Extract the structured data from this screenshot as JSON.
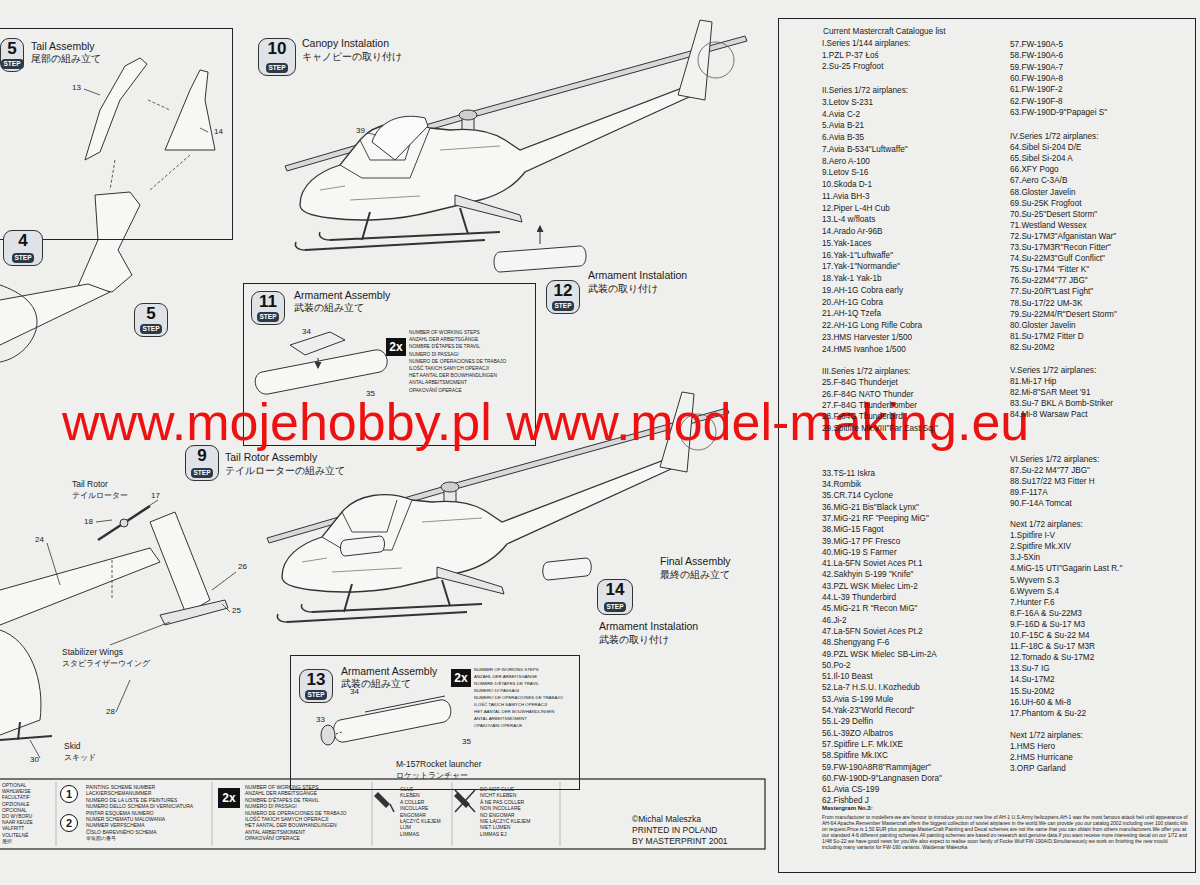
{
  "diagram": {
    "nodes": [
      {
        "text": [
          "Tail Assembly",
          "尾部の組み立て"
        ]
      },
      {
        "text": [
          "5",
          "STEP"
        ]
      },
      {
        "text": [
          "4",
          "STEP"
        ]
      },
      {
        "text": [
          "5",
          "STEP"
        ]
      },
      {
        "text": [
          "10",
          "STEP"
        ]
      },
      {
        "text": [
          "Armament Assembly",
          "武装の組み立て"
        ]
      },
      {
        "text": [
          "11",
          "STEP"
        ],
        "in": 5
      },
      {
        "text": [
          "2x"
        ],
        "in": 5
      },
      {
        "text": [
          "12",
          "STEP"
        ]
      },
      {
        "text": [
          "9",
          "STEP"
        ]
      },
      {
        "text": [
          "14",
          "STEP"
        ]
      },
      {
        "text": [
          "Armament Assembly",
          "武装の組み立て"
        ]
      },
      {
        "text": [
          "13",
          "STEP"
        ],
        "in": 11
      },
      {
        "text": [
          "2x"
        ],
        "in": 11
      },
      {
        "text": [
          "1"
        ]
      },
      {
        "text": [
          "2"
        ]
      },
      {
        "text": [
          "2x"
        ]
      },
      {
        "text": [
          "Current Mastercraft Catalogue list"
        ]
      }
    ],
    "labels": [
      "13",
      "14",
      "39",
      "34",
      "35",
      "NUMBER OF WORKING STEPS",
      "ANZAHL DER ARBEITSGÄNGE",
      "NOMBRE D'ÉTAPES DE TRAVIL",
      "NUMERO DI PASSAGI",
      "NUMERO DE OPERACIONES DE TRABAJO",
      "ILOŚĆ TAKICH SAMYCH OPERACJI",
      "HET AANTAL DER BOUWHANDLINGEN",
      "ANTAL ARBEITSMOMENT",
      "OPAKOVÁNÍ OPERACE",
      "Armament Instalation",
      "武装の取り付け",
      "Canopy Instalation",
      "キャノピーの取り付け",
      "Tail Rotor Assembly",
      "テイルローターの組み立て",
      "Tail Rotor",
      "テイルローター",
      "17",
      "18",
      "24",
      "26",
      "25",
      "Stabilizer Wings",
      "スタビライザーウイング",
      "28",
      "Skid",
      "スキッド",
      "30",
      "Final Assembly",
      "最終の組み立て",
      "Armament Instalation",
      "武装の取り付け",
      "34",
      "35",
      "33",
      "M-157Rocket launcher",
      "ロケットランチャー",
      "NUMBER OF WORKING STEPS",
      "ANZAHL DER ARBEITSGÄNGE",
      "NOMBRE D'ÉTAPES DE TRAVIL",
      "NUMERO DI PASSAGI",
      "NUMERO DE OPERACIONES DE TRABAJO",
      "ILOŚĆ TAKICH SAMYCH OPERACJI",
      "HET AANTAL DER BOUWHANDLINGEN",
      "ANTAL ARBEITSMOMENT",
      "OPAKOVÁNÍ OPERACE",
      "www.mojehobby.pl www.model-making.eu",
      "OPTIONAL",
      "WAHLWEISE",
      "FACULTATIF",
      "OPZIONALE",
      "OPCIONAL",
      "DO WYBORU",
      "NAAR KEUZE",
      "VALFRITT",
      "VOLITELNÉ",
      "選択",
      "PAINTING SCHEME NUMBER",
      "LACKIERSCHEMANUMMER",
      "NUMERO DE LA LISTE DE PEINTURES",
      "NUMERO DELLO SCHEMA DI VERNICIATURA",
      "PINTAR ESQUEMA NUMERO",
      "NUMER SCHEMATU MALOWANIA",
      "NUMMER VERFSCHEMA",
      "ČÍSLO BAREVNÉHO SCHEMA",
      "塗装図の番号",
      "NUMBER OF WORKING STEPS",
      "ANZAHL DER ARBEITSGÄNGE",
      "NOMBRE D'ÉTAPES DE TRAVIL",
      "NUMERO DI PASSAGI",
      "NUMERO DE OPERACIONES DE TRABAJO",
      "ILOŚĆ TAKICH SAMYCH OPERACJI",
      "HET AANTAL DER BOUWHANDLINGEN",
      "ANTAL ARBEITSMOMENT",
      "OPAKOVÁNÍ OPERACE",
      "GLUE",
      "KLEBEN",
      "A COLLER",
      "INCOLLARE",
      "ENGOMAR",
      "ŁĄCZYĆ KLEJEM",
      "LIJM",
      "LIMMAS",
      "DO NOT GLUE",
      "NICHT KLEBEN",
      "À NE PAS COLLER",
      "NON INCOLLARE",
      "NO ENGOMAR",
      "NIE ŁĄCZYĆ KLEJEM",
      "NIET LIJMEN",
      "LIMMAS EJ",
      "©Michal Maleszka",
      "PRINTED IN POLAND",
      "BY MASTERPRINT 2001",
      "I.Series 1/144 airplanes:",
      "1.PZL P-37 Łoś",
      "2.Su-25 Frogfoot",
      "II.Series 1/72 airplanes:",
      "3.Letov S-231",
      "4.Avia C-2",
      "5.Avia B-21",
      "6.Avia B-35",
      "7.Avia B-534\"Luftwaffe\"",
      "8.Aero A-100",
      "9.Letov S-16",
      "10.Skoda D-1",
      "11.Avia BH-3",
      "12.Piper L-4H Cub",
      "13.L-4 w/floats",
      "14.Arado Ar-96B",
      "15.Yak-1aces",
      "16.Yak-1\"Luftwaffe\"",
      "17.Yak-1\"Normandie\"",
      "18.Yak-1 Yak-1b",
      "19.AH-1G Cobra early",
      "20.AH-1G Cobra",
      "21.AH-1Q Tzefa",
      "22.AH-1G Long Rifle Cobra",
      "23.HMS Harvester 1/500",
      "24.HMS Ivanhoe 1/500",
      "III.Series 1/72 airplanes:",
      "25.F-84G Thunderjet",
      "26.F-84G NATO Thunder",
      "27.F-84G Thunderbomber",
      "28.F-84G Thunderbird",
      "29.Spitfire Mk.VIII\"Far East Sq.\"",
      "33.TS-11 Iskra",
      "34.Rombik",
      "35.CR.714 Cyclone",
      "36.MiG-21 Bis\"Black Lynx\"",
      "37.MiG-21 RF \"Peeping MiG\"",
      "38.MiG-15 Fagot",
      "39.MiG-17 PF Fresco",
      "40.MiG-19 S Farmer",
      "41.La-5FN Soviet Aces Pt.1",
      "42.Sakhyin S-199 \"Knife\"",
      "43.PZL WSK Mielec Lim-2",
      "44.L-39 Thunderbird",
      "45.MiG-21 R \"Recon MiG\"",
      "46.Ji-2",
      "47.La-5FN Soviet Aces Pt.2",
      "48.Shengyang F-6",
      "49.PZL WSK Mielec SB-Lim-2A",
      "50.Po-2",
      "51.Il-10 Beast",
      "52.La-7 H.S.U. I.Kozhedub",
      "53.Avia S-199 Mule",
      "54.Yak-23\"World Record\"",
      "55.L-29 Delfin",
      "56.L-39ZO Albatros",
      "57.Spitfire L.F. Mk.IXE",
      "58.Spitfire Mk.IXC",
      "59.FW-190A8R8\"Rammjäger\"",
      "60.FW-190D-9\"Langnasen Dora\"",
      "61.Avia CS-199",
      "62.Fishbed J",
      "57.FW-190A-5",
      "58.FW-190A-6",
      "59.FW-190A-7",
      "60.FW-190A-8",
      "61.FW-190F-2",
      "62.FW-190F-8",
      "63.FW-190D-9\"Papagei S\"",
      "IV.Series 1/72 airplanes:",
      "64.Sibel Si-204 D/E",
      "65.Sibel Si-204 A",
      "66.XFY Pogo",
      "67.Aero C-3A/B",
      "68.Gloster Javelin",
      "69.Su-25K Frogfoot",
      "70.Su-25\"Desert Storm\"",
      "71.Westland Wessex",
      "72.Su-17M3\"Afganistan War\"",
      "73.Su-17M3R\"Recon Fitter\"",
      "74.Su-22M3\"Gulf Conflict\"",
      "75.Su-17M4 \"Fitter K\"",
      "76.Su-22M4\"77 JBG\"",
      "77.Su-20/R\"Last Fight\"",
      "78.Su-17/22 UM-3K",
      "79.Su-22M4/R\"Desert Storm\"",
      "80.Gloster Javelin",
      "81.Su-17M2 Fitter D",
      "82.Su-20M2",
      "V.Series 1/72 airplanes:",
      "81.Mi-17 Hip",
      "82.Mi-8\"SAR Meet '91",
      "83.Su-7 BKL A Bomb-Striker",
      "84.Mi-8 Warsaw Pact",
      "VI.Series 1/72 airplanes:",
      "87.Su-22 M4\"77 JBG\"",
      "88.Su17/22 M3 Fitter H",
      "89.F-117A",
      "90.F-14A Tomcat",
      "Next 1/72 airplanes:",
      "1.Spitfire I-V",
      "2.Spitfire Mk.XIV",
      "3.J-5Xin",
      "4.MiG-15 UTI\"Gagarin Last R.\"",
      "5.Wyvern S.3",
      "6.Wyvern S.4",
      "7.Hunter F.6",
      "8.F-16A & Su-22M3",
      "9.F-16D & Su-17 M3",
      "10.F-15C & Su-22 M4",
      "11.F-18C & Su-17 M3R",
      "12.Tornado & Su-17M2",
      "13.Su-7 IG",
      "14.Su-17M2",
      "15.Su-20M2",
      "16.UH-60 & Mi-8",
      "17.Phantom & Su-22",
      "Next 1/72 airplanes:",
      "1.HMS Hero",
      "2.HMS Hurricane",
      "3.ORP Garland",
      "Mastergram No.3:",
      "From manufacturer to modellers-we are honour to introduce you our new line of AH-1 U.S.Army helicopters.AH-1 was the most famous attack heli until appearance of AH-64 Apache.Remember Mastercraft offers the biggest collection of soviet airplanes in the world.We can provide you our catalog 2002 including over 100 plastic kits on request.Price is 1,50 EUR plus postage.MasterCraft Painting and Decal schemes are not the same that you can obtain from others manufacturers.We offer you at our standard 4-6 different painting schemes.All painting schemes are based on research and genuine data.If you want receive more interesting decal on our 1/72 and 1/48 Su-22 we have good news for you.We also expect to realise soon family of Focke Wulf FW-190A/D.Simultaneously we work on finishing the new mould including many variants for FW-190 variants. Waldemar Maleszka"
    ]
  }
}
